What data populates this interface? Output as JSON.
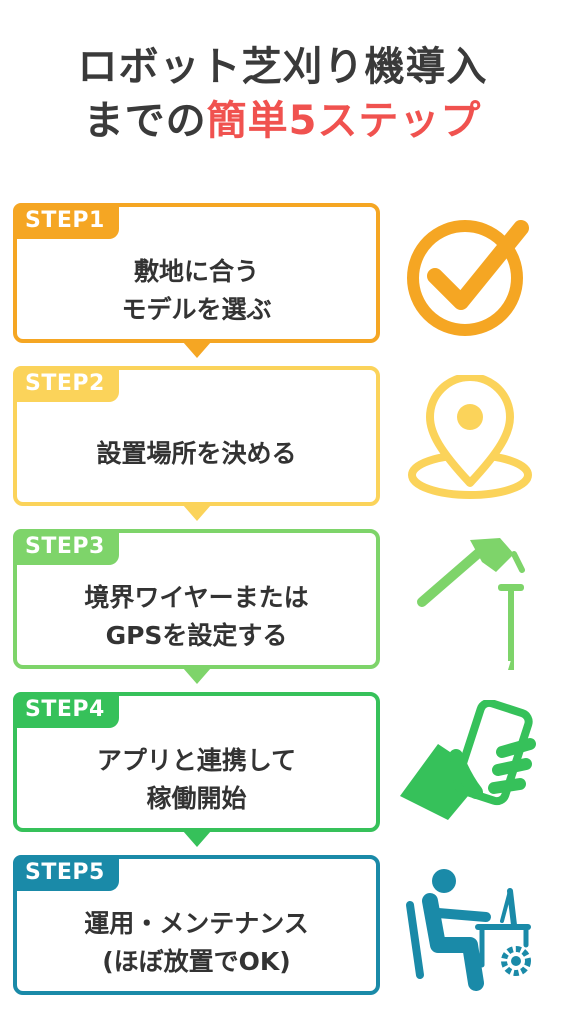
{
  "title": {
    "line1": "ロボット芝刈り機導入",
    "line2_prefix": "までの",
    "line2_accent": "簡単5ステップ"
  },
  "colors": {
    "step1": "#f5a623",
    "step2": "#fbd35a",
    "step3": "#7ed46a",
    "step4": "#36c15a",
    "step5": "#1a8aa8",
    "accent": "#f0524f",
    "title": "#3a3a3a"
  },
  "steps": [
    {
      "tag": "STEP1",
      "line1": "敷地に合う",
      "line2": "モデルを選ぶ",
      "icon": "checkmark-circle-icon"
    },
    {
      "tag": "STEP2",
      "line1": "設置場所を決める",
      "line2": "",
      "icon": "location-pin-icon"
    },
    {
      "tag": "STEP3",
      "line1": "境界ワイヤーまたは",
      "line2": "GPSを設定する",
      "icon": "hammer-nail-icon"
    },
    {
      "tag": "STEP4",
      "line1": "アプリと連携して",
      "line2": "稼働開始",
      "icon": "hand-smartphone-icon"
    },
    {
      "tag": "STEP5",
      "line1": "運用・メンテナンス",
      "line2": "(ほぼ放置でOK)",
      "icon": "person-desk-gear-icon"
    }
  ]
}
